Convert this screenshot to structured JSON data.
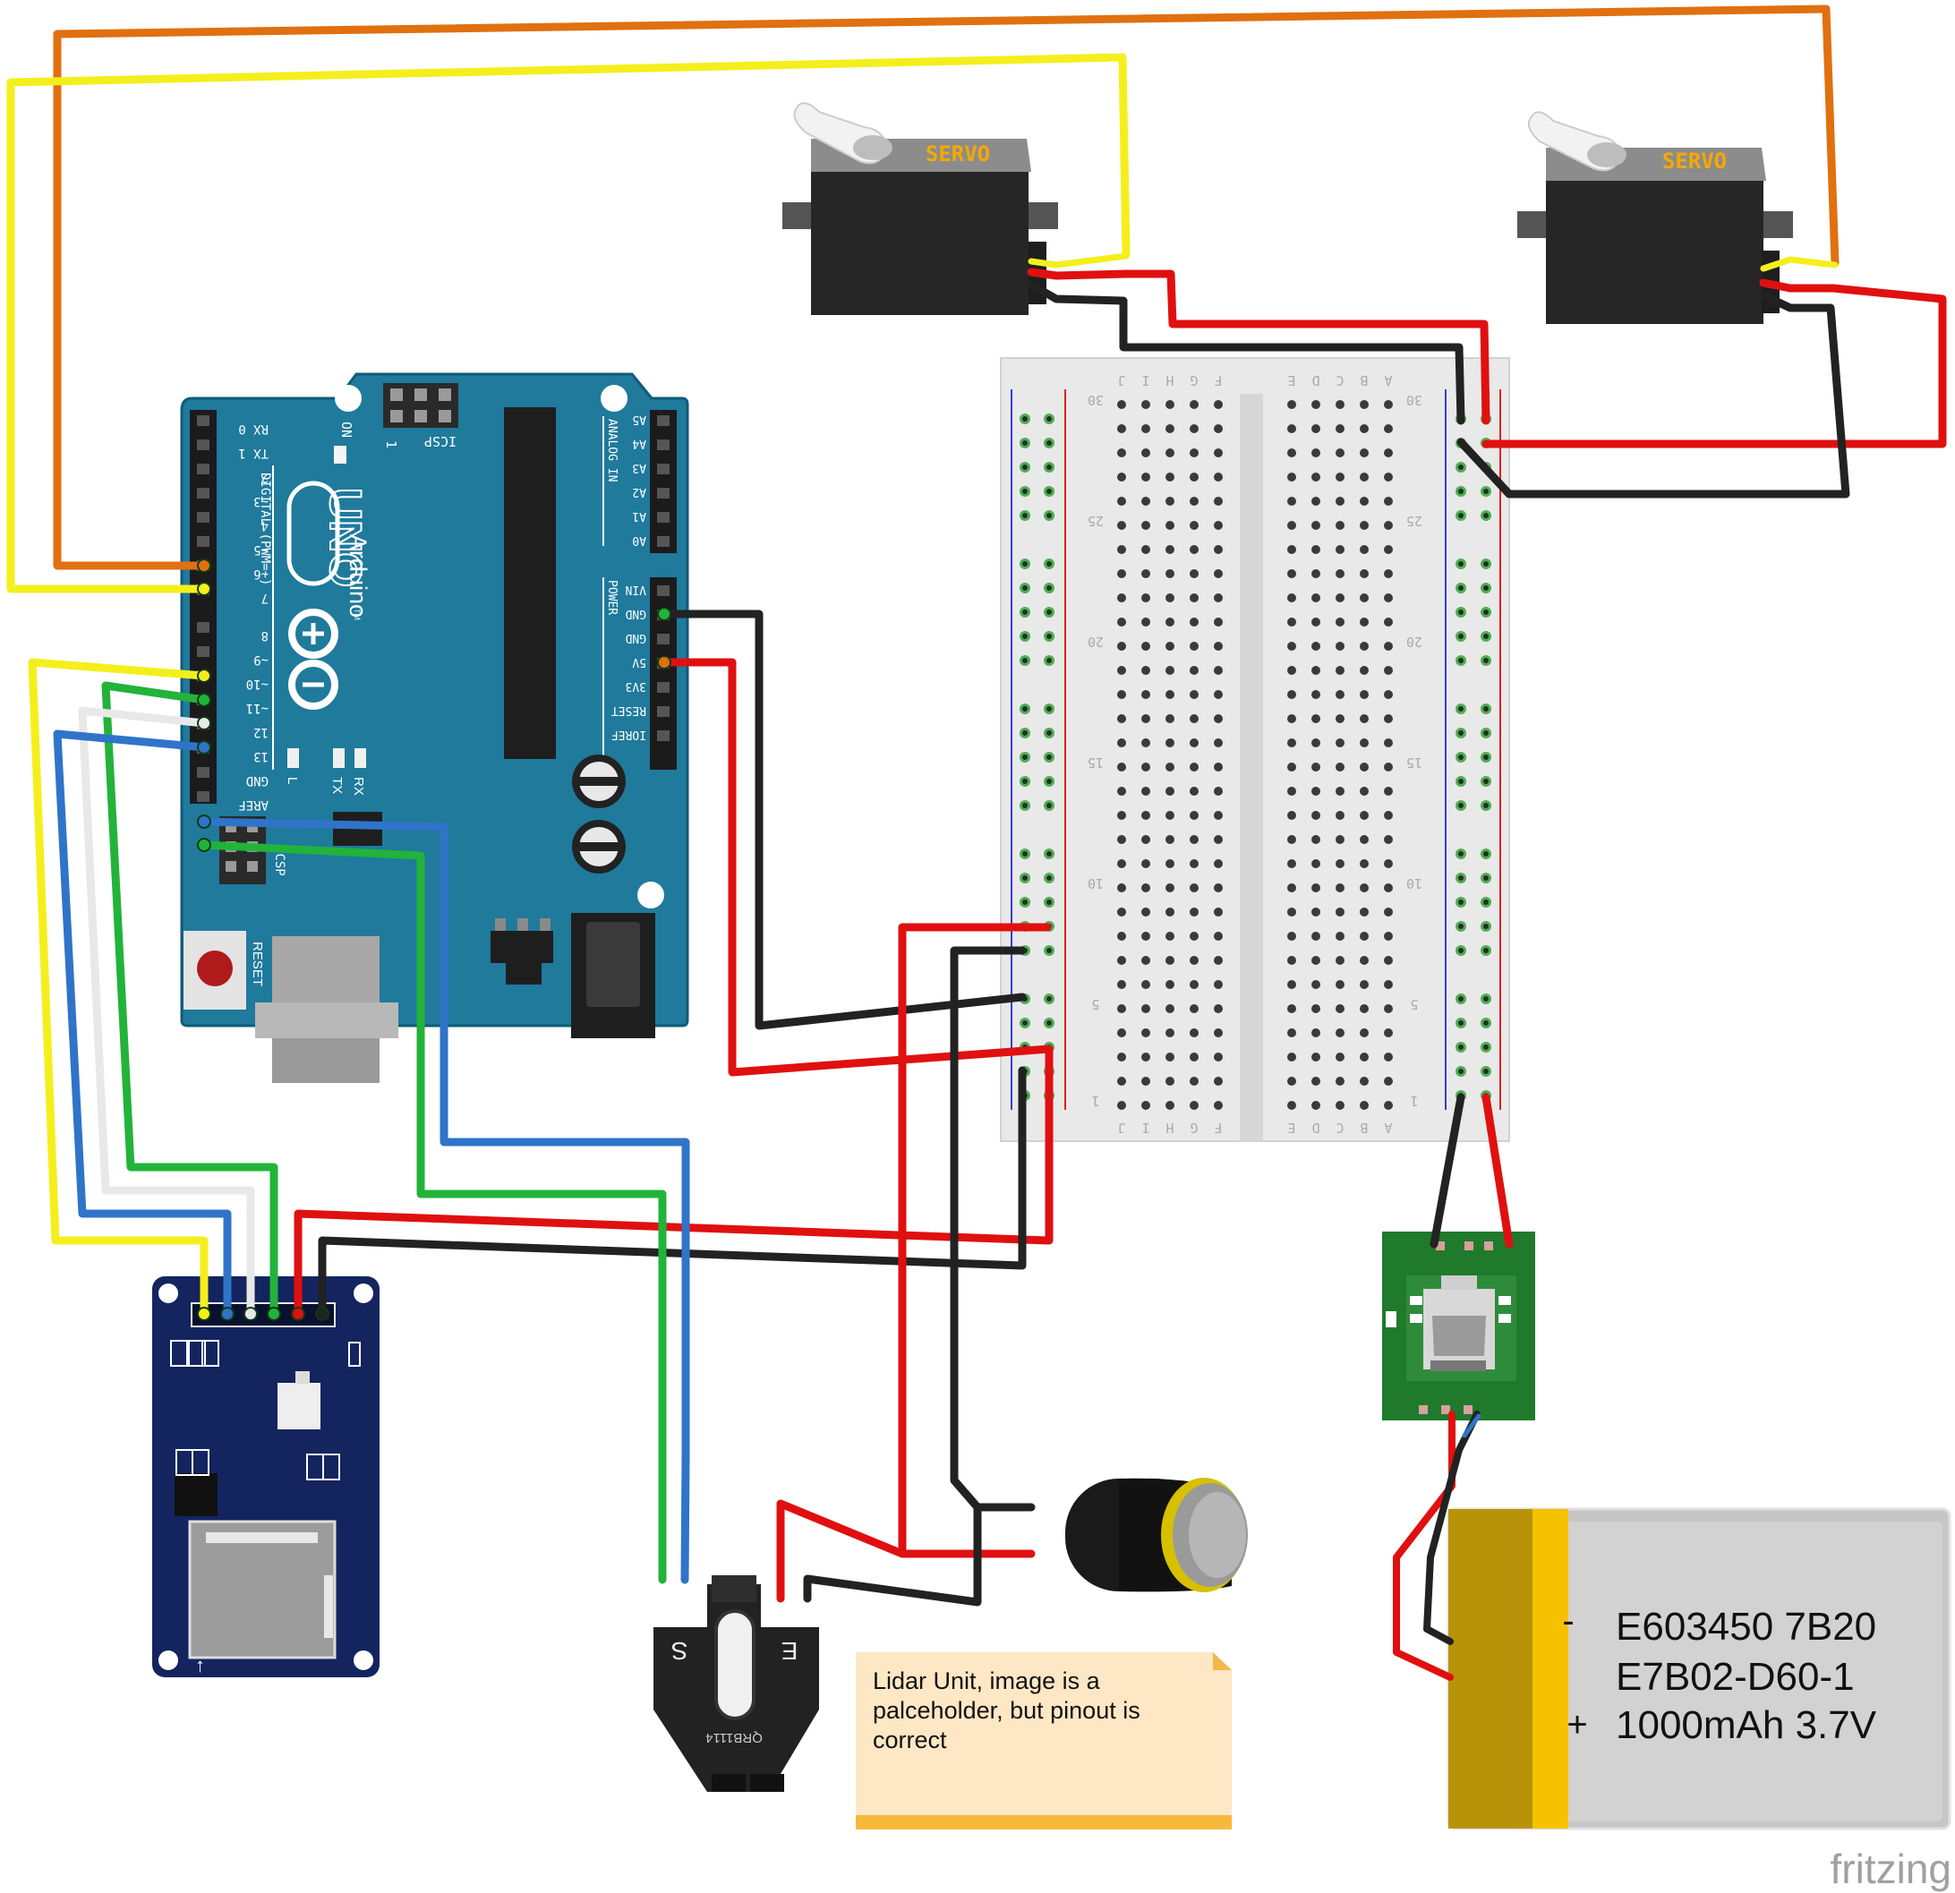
{
  "colors": {
    "arduino": "#1f7a9c",
    "arduino_dark": "#0f5b78",
    "wire_red": "#e01010",
    "wire_black": "#222222",
    "wire_yellow": "#f4ef1c",
    "wire_orange": "#e07010",
    "wire_green": "#22b33a",
    "wire_blue": "#2f74c9",
    "wire_white": "#e8e8e8",
    "breadboard": "#e9e9e9",
    "sd_module": "#13245f",
    "charger_board": "#1f7a2b",
    "battery_body": "#c8c8c8",
    "battery_tab": "#f6c200",
    "note_bg": "#fde7c4"
  },
  "servo_left": {
    "label": "SERVO"
  },
  "servo_right": {
    "label": "SERVO"
  },
  "arduino": {
    "name": "UNO",
    "brand": "Arduino",
    "tm": "TM",
    "icsp_label": "ICSP",
    "icsp2_label": "ICSP",
    "icsp_pin1": "1",
    "on_label": "ON",
    "l_label": "L",
    "tx_label": "TX",
    "rx_label": "RX",
    "reset_label": "RESET",
    "digital_label": "DIGITAL (PWM=~)",
    "analog_label": "ANALOG IN",
    "power_label": "POWER",
    "digital_pins": [
      "RX 0",
      "TX 1",
      "2",
      "~3",
      "4",
      "~5",
      "~6",
      "7",
      "8",
      "~9",
      "~10",
      "~11",
      "12",
      "13",
      "GND",
      "AREF"
    ],
    "analog_pins": [
      "A5",
      "A4",
      "A3",
      "A2",
      "A1",
      "A0"
    ],
    "power_pins": [
      "VIN",
      "GND",
      "GND",
      "5V",
      "3V3",
      "RESET",
      "IOREF"
    ]
  },
  "breadboard": {
    "row_letters_left": [
      "J",
      "I",
      "H",
      "G",
      "F"
    ],
    "row_letters_right": [
      "E",
      "D",
      "C",
      "B",
      "A"
    ],
    "row_numbers": [
      "30",
      "25",
      "20",
      "15",
      "10",
      "5",
      "1"
    ]
  },
  "sensor": {
    "part": "QRB1114",
    "s_label": "S",
    "e_label": "E"
  },
  "note": {
    "text": "Lidar Unit, image is a palceholder, but pinout is correct"
  },
  "battery": {
    "line1": "E603450 7B20",
    "line2": "E7B02-D60-1",
    "line3": "1000mAh 3.7V",
    "plus": "+",
    "minus": "-"
  },
  "watermark": "fritzing"
}
